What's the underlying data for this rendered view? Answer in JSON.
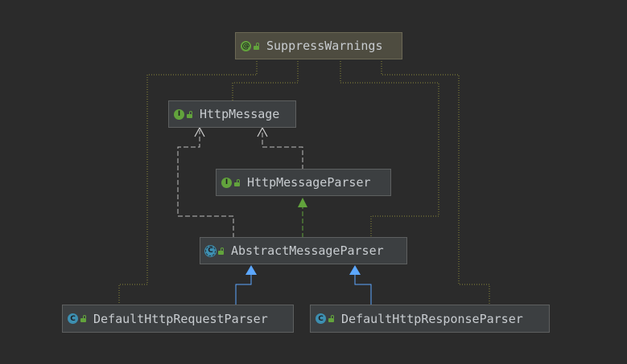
{
  "nodes": {
    "suppress_warnings": {
      "label": "SuppressWarnings",
      "kind": "annotation"
    },
    "http_message": {
      "label": "HttpMessage",
      "kind": "interface"
    },
    "http_message_parser": {
      "label": "HttpMessageParser",
      "kind": "interface"
    },
    "abstract_message_parser": {
      "label": "AbstractMessageParser",
      "kind": "abstract-class"
    },
    "default_http_request_parser": {
      "label": "DefaultHttpRequestParser",
      "kind": "class"
    },
    "default_http_response_parser": {
      "label": "DefaultHttpResponseParser",
      "kind": "class"
    }
  },
  "icons": {
    "annotation": "@",
    "interface": "I",
    "class": "C",
    "abstract": "C",
    "visibility": "lock-icon"
  },
  "colors": {
    "background": "#2b2b2b",
    "node_fill": "#3c3f41",
    "annotation_fill": "#4e4c40",
    "text": "#c8ccd0",
    "extends_edge": "#5ca7ff",
    "implements_edge": "#62a33c",
    "dependency_edge": "#c9c9c9",
    "annotation_edge": "#8b8a3a"
  }
}
